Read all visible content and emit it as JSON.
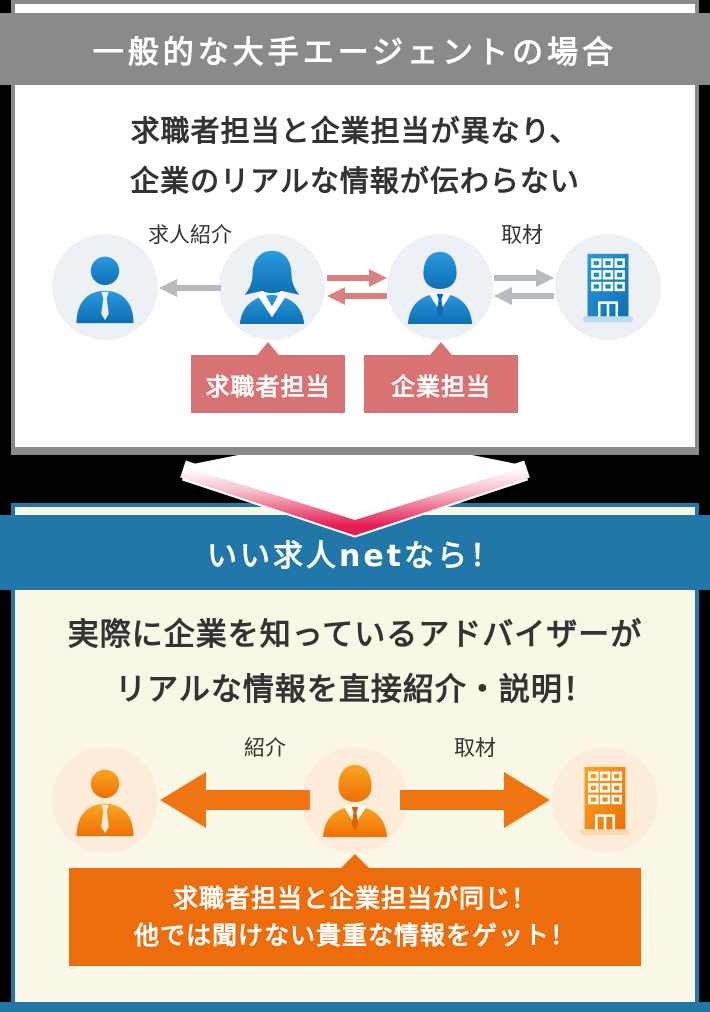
{
  "colors": {
    "page_bg": "#000000",
    "top_header_bg": "#8a8a8a",
    "top_card_bg": "#ffffff",
    "body_text": "#333333",
    "top_circle_bg": "#edf1f6",
    "icon_blue": "#1787ce",
    "arrow_gray": "#b6bbc0",
    "arrow_red": "#db807e",
    "badge_red": "#d97373",
    "chevron_pink": "#e31e54",
    "bottom_header_bg": "#2177a8",
    "bottom_card_bg": "#fbf7e6",
    "bottom_circle_bg": "#fcecd9",
    "icon_orange_light": "#f9a01f",
    "icon_orange_dark": "#ee7005",
    "arrow_orange": "#ee7511",
    "callout_orange": "#ed6d0d"
  },
  "top": {
    "title": "一般的な大手エージェントの場合",
    "description_line1": "求職者担当と企業担当が異なり、",
    "description_line2": "企業のリアルな情報が伝わらない",
    "arrow_label_left": "求人紹介",
    "arrow_label_right": "取材",
    "badge_seeker": "求職者担当",
    "badge_company": "企業担当"
  },
  "bottom": {
    "title": "いい求人netなら！",
    "description_line1": "実際に企業を知っているアドバイザーが",
    "description_line2": "リアルな情報を直接紹介・説明！",
    "arrow_label_left": "紹介",
    "arrow_label_right": "取材",
    "callout_line1": "求職者担当と企業担当が同じ！",
    "callout_line2": "他では聞けない貴重な情報をゲット！"
  }
}
